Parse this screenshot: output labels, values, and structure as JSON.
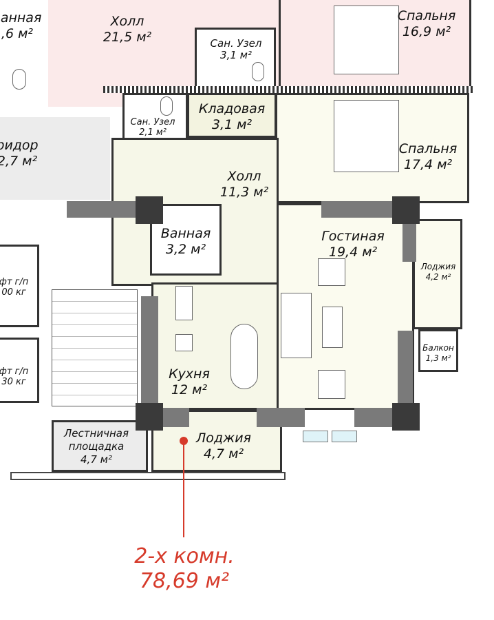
{
  "rooms": {
    "bath_left": {
      "name": "ванная",
      "area": ",6 м²"
    },
    "hall_top": {
      "name": "Холл",
      "area": "21,5 м²"
    },
    "bedroom_top": {
      "name": "Спальня",
      "area": "16,9 м²"
    },
    "wc_top": {
      "name": "Сан. Узел",
      "area": "3,1 м²"
    },
    "corridor": {
      "name": "ридор",
      "area": "2,7 м²"
    },
    "wc": {
      "name": "Сан. Узел",
      "area": "2,1 м²"
    },
    "storage": {
      "name": "Кладовая",
      "area": "3,1 м²"
    },
    "bedroom": {
      "name": "Спальня",
      "area": "17,4 м²"
    },
    "hall": {
      "name": "Холл",
      "area": "11,3 м²"
    },
    "bathroom": {
      "name": "Ванная",
      "area": "3,2 м²"
    },
    "living": {
      "name": "Гостиная",
      "area": "19,4 м²"
    },
    "loggia_small": {
      "name": "Лоджия",
      "area": "4,2 м²"
    },
    "balcony": {
      "name": "Балкон",
      "area": "1,3 м²"
    },
    "kitchen": {
      "name": "Кухня",
      "area": "12 м²"
    },
    "loggia": {
      "name": "Лоджия",
      "area": "4,7 м²"
    },
    "landing": {
      "name1": "Лестничная",
      "name2": "площадка",
      "area": "4,7 м²"
    },
    "lift1": {
      "name": "фт г/п",
      "load": "00 кг"
    },
    "lift2": {
      "name": "фт г/п",
      "load": "30 кг"
    }
  },
  "apartment": {
    "type": "2-х комн.",
    "area": "78,69 м²",
    "color": "#d63a2a"
  }
}
